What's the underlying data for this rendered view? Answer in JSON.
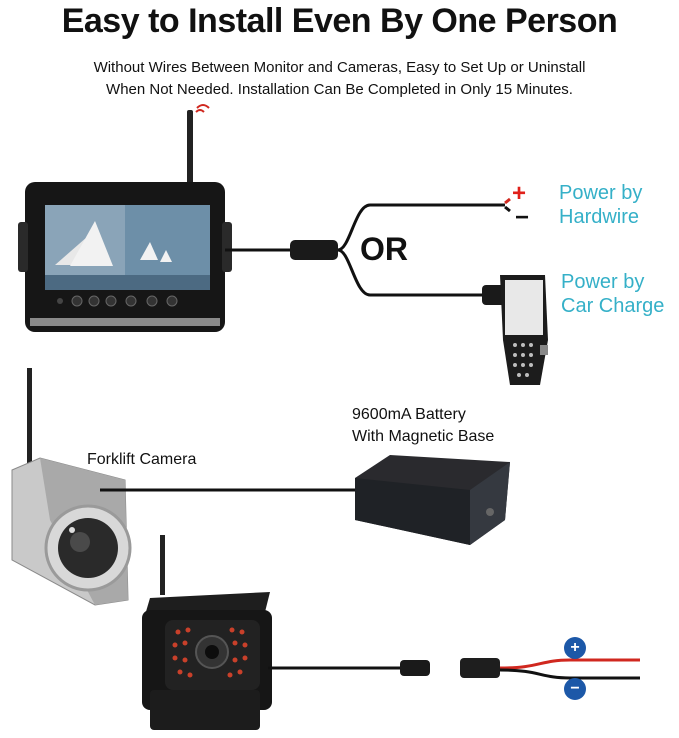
{
  "headline": "Easy to Install Even By One Person",
  "subtitle_line1": "Without Wires Between Monitor and Cameras, Easy to Set Up or Uninstall",
  "subtitle_line2": "When Not Needed. Installation Can Be Completed in Only 15 Minutes.",
  "or_label": "OR",
  "power_hardwire": {
    "line1": "Power by",
    "line2": "Hardwire",
    "plus": "+",
    "minus": "−"
  },
  "power_car": {
    "line1": "Power by",
    "line2": "Car Charge"
  },
  "battery": {
    "line1": "9600mA Battery",
    "line2": "With Magnetic Base"
  },
  "forklift_label": "Forklift Camera",
  "bottom_polarity": {
    "plus": "+",
    "minus": "−"
  },
  "colors": {
    "label_cyan": "#35b0c8",
    "wire_red": "#e0201a",
    "badge_blue": "#1c58a8"
  },
  "icons": [
    "monitor-icon",
    "antenna-icon",
    "car-charger-icon",
    "battery-box-icon",
    "forklift-camera-icon",
    "backup-camera-icon"
  ]
}
